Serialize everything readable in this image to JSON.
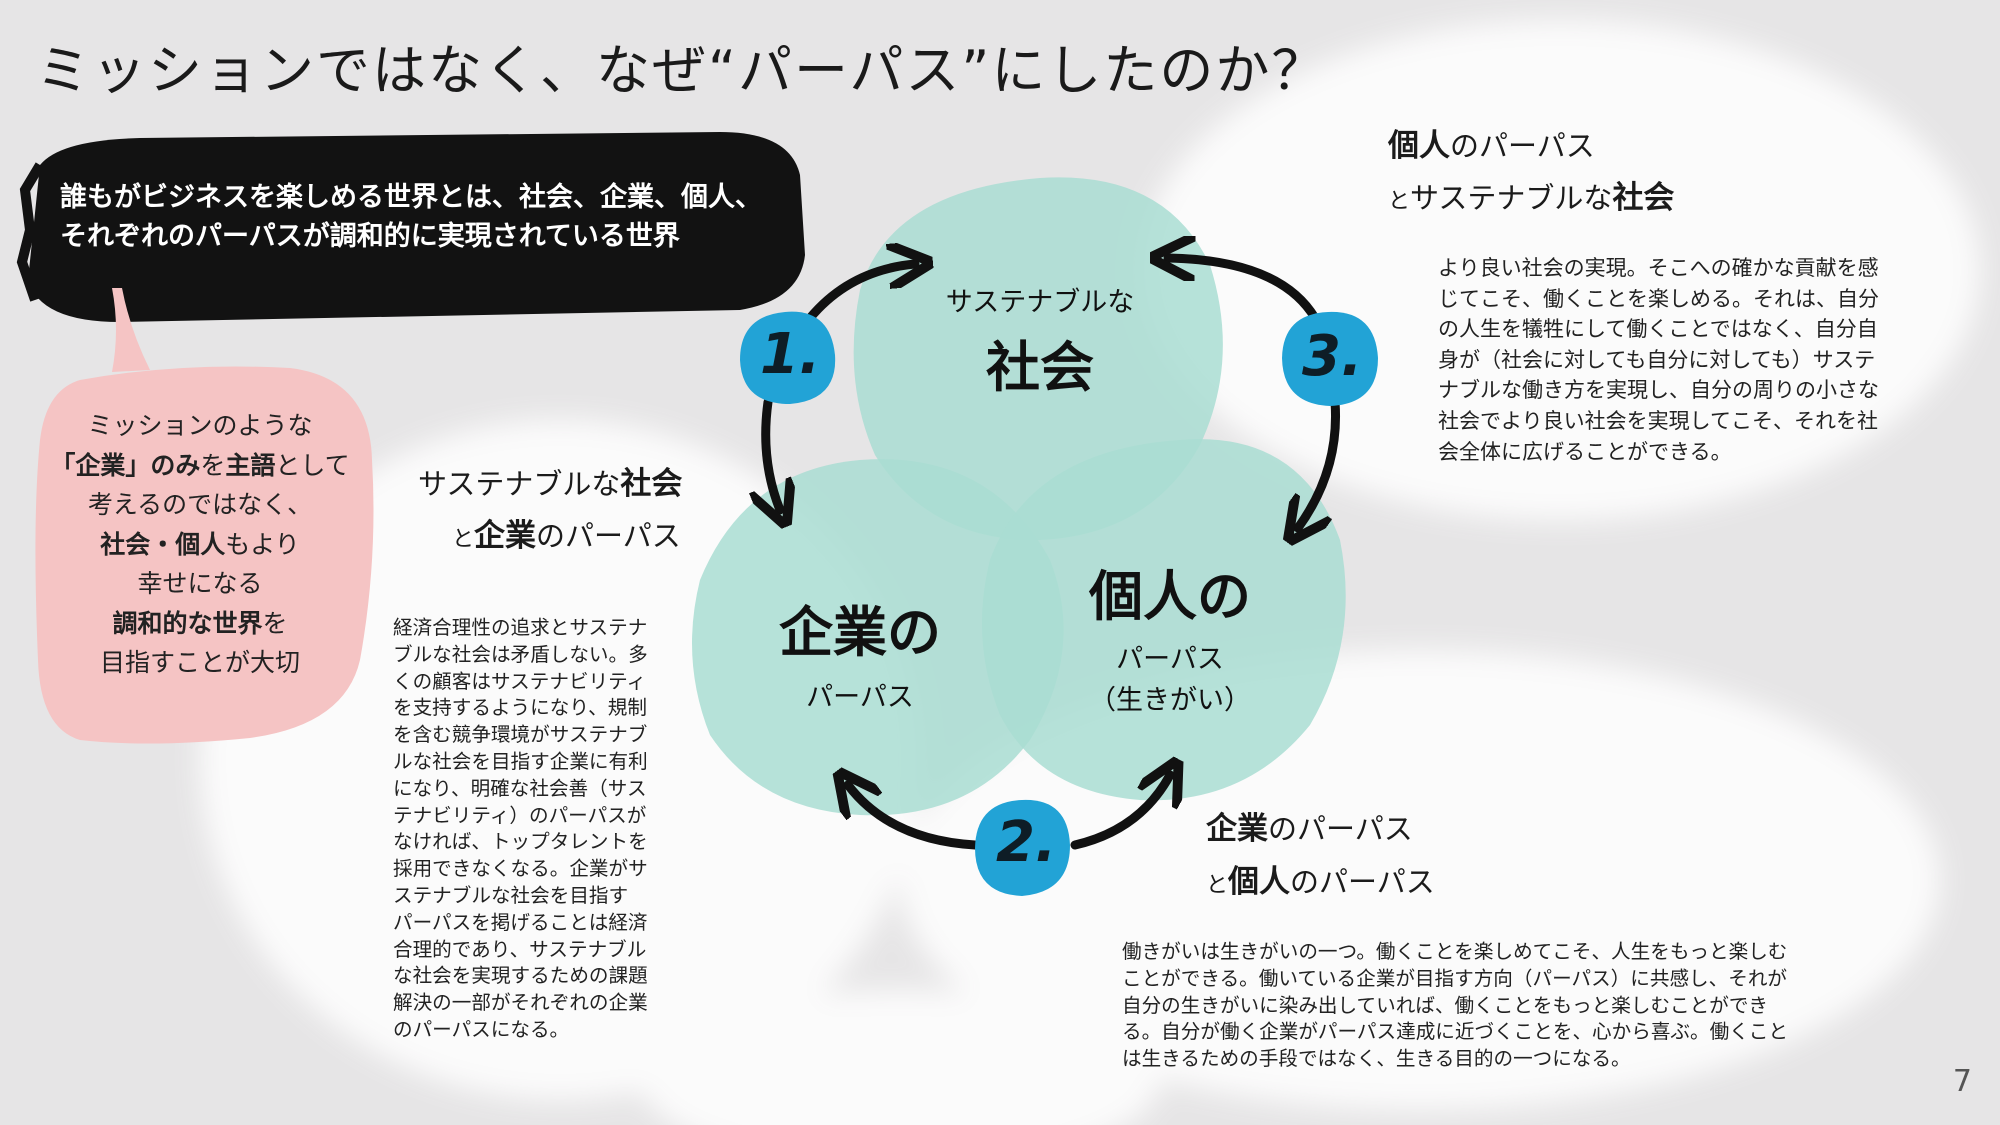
{
  "title": "ミッションではなく、なぜ“パーパス”にしたのか？",
  "banner": {
    "line1": "誰もがビジネスを楽しめる世界とは、社会、企業、個人、",
    "line2": "それぞれのパーパスが調和的に実現されている世界"
  },
  "bubble": {
    "l1": "ミッションのような",
    "l2a": "「企業」のみ",
    "l2b": "を",
    "l2c": "主語",
    "l2d": "として",
    "l3": "考えるのではなく、",
    "l4a": "社会・個人",
    "l4b": "もより",
    "l5": "幸せになる",
    "l6a": "調和的な世界",
    "l6b": "を",
    "l7": "目指すことが大切"
  },
  "circles": {
    "society_sub": "サステナブルな",
    "society_main": "社会",
    "company_main": "企業の",
    "company_sub": "パーパス",
    "individual_main": "個人の",
    "individual_sub1": "パーパス",
    "individual_sub2": "（生きがい）"
  },
  "badges": [
    "1.",
    "2.",
    "3."
  ],
  "section1": {
    "h1a": "サステナブルな",
    "h1b": "社会",
    "h2a": "と",
    "h2b": "企業",
    "h2c": "のパーパス",
    "lines": [
      "経済合理性の追求とサステナ",
      "ブルな社会は矛盾しない。多",
      "くの顧客はサステナビリティ",
      "を支持するようになり、規制",
      "を含む競争環境がサステナブ",
      "ルな社会を目指す企業に有利",
      "になり、明確な社会善（サス",
      "テナビリティ）のパーパスが",
      "なければ、トップタレントを",
      "採用できなくなる。企業がサ",
      "ステナブルな社会を目指す",
      "パーパスを掲げることは経済",
      "合理的であり、サステナブル",
      "な社会を実現するための課題",
      "解決の一部がそれぞれの企業",
      "のパーパスになる。"
    ]
  },
  "section2": {
    "h1a": "企業",
    "h1b": "のパーパス",
    "h2a": "と",
    "h2b": "個人",
    "h2c": "のパーパス",
    "lines": [
      "働きがいは生きがいの一つ。働くことを楽しめてこそ、人生をもっと楽しむ",
      "ことができる。働いている企業が目指す方向（パーパス）に共感し、それが",
      "自分の生きがいに染み出していれば、働くことをもっと楽しむことができ",
      "る。自分が働く企業がパーパス達成に近づくことを、心から喜ぶ。働くこと",
      "は生きるための手段ではなく、生きる目的の一つになる。"
    ]
  },
  "section3": {
    "h1a": "個人",
    "h1b": "のパーパス",
    "h2a": "と",
    "h2b": "サステナブルな",
    "h2c": "社会",
    "lines": [
      "より良い社会の実現。そこへの確かな貢献を感",
      "じてこそ、働くことを楽しめる。それは、自分",
      "の人生を犠牲にして働くことではなく、自分自",
      "身が（社会に対しても自分に対しても）サステ",
      "ナブルな働き方を実現し、自分の周りの小さな",
      "社会でより良い社会を実現してこそ、それを社",
      "会全体に広げることができる。"
    ]
  },
  "page_number": "7",
  "colors": {
    "background": "#e6e5e6",
    "circle": "#a9ddd2",
    "badge": "#22a3d6",
    "bubble": "#f5c4c4",
    "banner": "#111111"
  }
}
